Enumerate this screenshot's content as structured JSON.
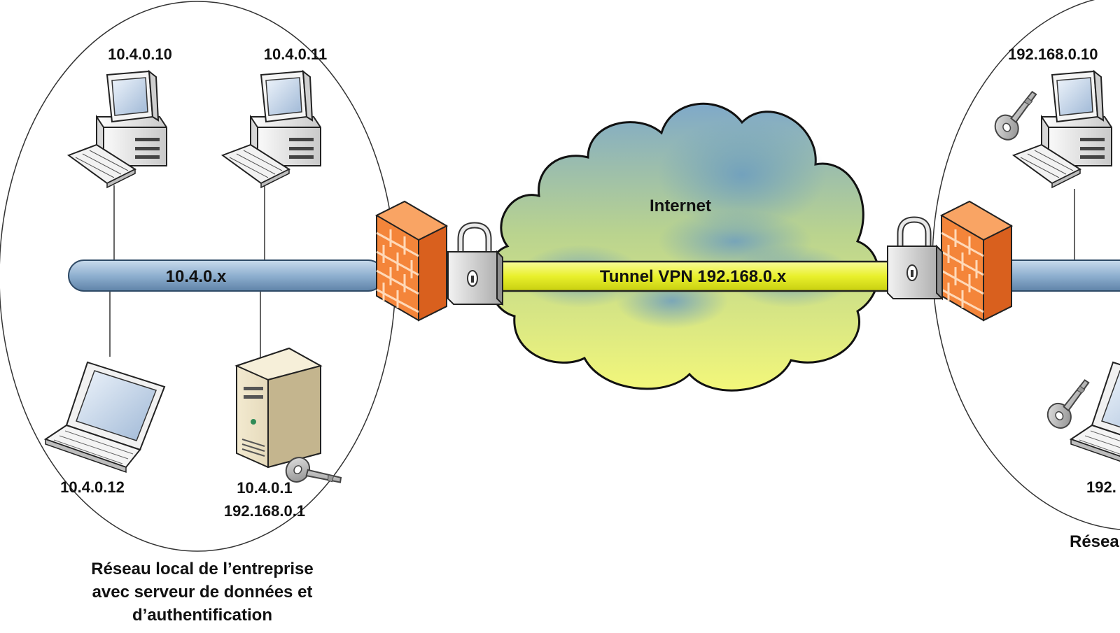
{
  "left_network": {
    "pc1_ip": "10.4.0.10",
    "pc2_ip": "10.4.0.11",
    "bus_label": "10.4.0.x",
    "laptop_ip": "10.4.0.12",
    "server_ip": "10.4.0.1",
    "server_vpn_ip": "192.168.0.1",
    "caption_lines": [
      "Réseau local de l’entreprise",
      "avec serveur de données et",
      "d’authentification"
    ]
  },
  "internet": {
    "cloud_label": "Internet",
    "tunnel_label": "Tunnel VPN 192.168.0.x"
  },
  "right_network": {
    "pc_ip": "192.168.0.10",
    "laptop_ip": "192.",
    "caption": "Résea"
  },
  "colors": {
    "bus": "#8fb0d0",
    "tunnel": "#ecf23a",
    "firewall": "#f07a2a",
    "cloud_fill_top": "#7fa9c9",
    "cloud_fill_bottom": "#f1f57a"
  },
  "icons": [
    "desktop-computer-icon",
    "laptop-icon",
    "server-tower-icon",
    "key-icon",
    "padlock-icon",
    "firewall-icon",
    "cloud-icon"
  ]
}
